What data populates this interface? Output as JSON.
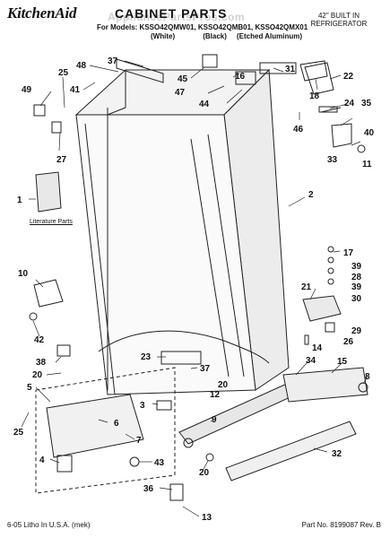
{
  "header": {
    "brand": "KitchenAid",
    "title": "CABINET PARTS",
    "watermark": "AppliancePartsPros.com",
    "models_line": "For Models: KSSO42QMW01, KSSO42QMB01, KSSO42QMX01",
    "variants_line": "(White)              (Black)     (Etched Aluminum)",
    "spec_line1": "42\" BUILT IN",
    "spec_line2": "REFRIGERATOR"
  },
  "literature_label": "Literature Parts",
  "footer": {
    "left": "6-05 Litho In U.S.A. (mek)",
    "right": "Part No. 8199087 Rev. B"
  },
  "callouts": [
    {
      "id": "c37a",
      "text": "37"
    },
    {
      "id": "c48",
      "text": "48"
    },
    {
      "id": "c45",
      "text": "45"
    },
    {
      "id": "c16",
      "text": "16"
    },
    {
      "id": "c31",
      "text": "31"
    },
    {
      "id": "c22",
      "text": "22"
    },
    {
      "id": "c25a",
      "text": "25"
    },
    {
      "id": "c49",
      "text": "49"
    },
    {
      "id": "c41",
      "text": "41"
    },
    {
      "id": "c47",
      "text": "47"
    },
    {
      "id": "c44",
      "text": "44"
    },
    {
      "id": "c18",
      "text": "18"
    },
    {
      "id": "c24",
      "text": "24"
    },
    {
      "id": "c35",
      "text": "35"
    },
    {
      "id": "c46",
      "text": "46"
    },
    {
      "id": "c27",
      "text": "27"
    },
    {
      "id": "c40",
      "text": "40"
    },
    {
      "id": "c33",
      "text": "33"
    },
    {
      "id": "c11",
      "text": "11"
    },
    {
      "id": "c1",
      "text": "1"
    },
    {
      "id": "c2",
      "text": "2"
    },
    {
      "id": "c17",
      "text": "17"
    },
    {
      "id": "c39a",
      "text": "39"
    },
    {
      "id": "c28",
      "text": "28"
    },
    {
      "id": "c39b",
      "text": "39"
    },
    {
      "id": "c10",
      "text": "10"
    },
    {
      "id": "c21",
      "text": "21"
    },
    {
      "id": "c30",
      "text": "30"
    },
    {
      "id": "c42",
      "text": "42"
    },
    {
      "id": "c29",
      "text": "29"
    },
    {
      "id": "c26",
      "text": "26"
    },
    {
      "id": "c14",
      "text": "14"
    },
    {
      "id": "c38",
      "text": "38"
    },
    {
      "id": "c20a",
      "text": "20"
    },
    {
      "id": "c23",
      "text": "23"
    },
    {
      "id": "c37b",
      "text": "37"
    },
    {
      "id": "c34",
      "text": "34"
    },
    {
      "id": "c15",
      "text": "15"
    },
    {
      "id": "c8",
      "text": "8"
    },
    {
      "id": "c5",
      "text": "5"
    },
    {
      "id": "c20b",
      "text": "20"
    },
    {
      "id": "c3",
      "text": "3"
    },
    {
      "id": "c6",
      "text": "6"
    },
    {
      "id": "c12",
      "text": "12"
    },
    {
      "id": "c25b",
      "text": "25"
    },
    {
      "id": "c7",
      "text": "7"
    },
    {
      "id": "c9",
      "text": "9"
    },
    {
      "id": "c4",
      "text": "4"
    },
    {
      "id": "c43",
      "text": "43"
    },
    {
      "id": "c20c",
      "text": "20"
    },
    {
      "id": "c32",
      "text": "32"
    },
    {
      "id": "c36",
      "text": "36"
    },
    {
      "id": "c13",
      "text": "13"
    }
  ]
}
